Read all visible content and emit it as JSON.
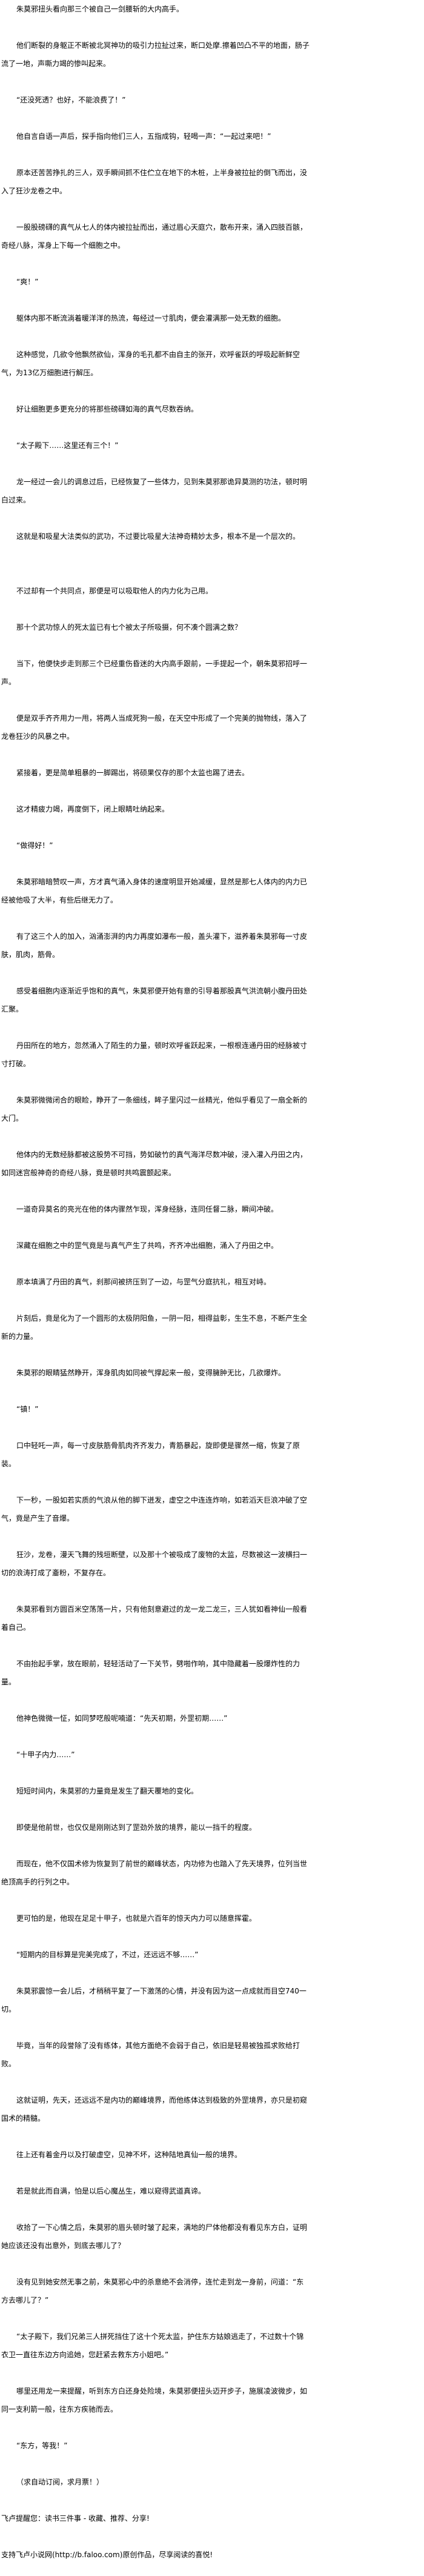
{
  "article": {
    "paragraphs": [
      "朱莫邪扭头看向那三个被自己一剑腰斩的大内高手。",
      "他们断裂的身躯正不断被北冥神功的吸引力拉扯过来，断口处摩.擦着凹凸不平的地面，肠子流了一地，声嘶力竭的惨叫起来。",
      "“还没死透？也好，不能浪费了！”",
      "他自言自语一声后，探手指向他们三人，五指成钩，轻喝一声：“一起过来吧！”",
      "原本还苦苦挣扎的三人，双手瞬间抓不住伫立在地下的木桩，上半身被拉扯的倒飞而出，没入了狂沙龙卷之中。",
      "一股股磅礴的真气从七人的体内被拉扯而出，通过眉心天庭穴，散布开来，涌入四肢百骸，奇经八脉，浑身上下每一个细胞之中。",
      "“爽！”",
      "躯体内那不断流淌着暖洋洋的热流，每经过一寸肌肉，便会灌满那一处无数的细胞。",
      "这种感觉，几欲令他飘然欲仙，浑身的毛孔都不由自主的张开，欢呼雀跃的呼吸起新鲜空气，为13亿万细胞进行解压。",
      "好让细胞更多更充分的将那些磅礴如海的真气尽数吞纳。",
      "“太子殿下……这里还有三个！”",
      "龙一经过一会儿的调息过后，已经恢复了一些体力，见到朱莫邪那诡异莫测的功法，顿时明白过来。",
      "这就是和吸星大法类似的武功，不过要比吸星大法神奇精妙太多，根本不是一个层次的。",
      "不过却有一个共同点，那便是可以吸取他人的内力化为己用。",
      "那十个武功惊人的死太监已有七个被太子所吸摄，何不凑个圆满之数？",
      "当下，他便快步走到那三个已经重伤昏迷的大内高手跟前，一手提起一个，朝朱莫邪招呼一声。",
      "便是双手齐齐用力一甩，将两人当成死狗一般，在天空中形成了一个完美的抛物线，落入了龙卷狂沙的风暴之中。",
      "紧接着，更是简单粗暴的一脚踢出，将硕果仅存的那个太监也踢了进去。",
      "这才精疲力竭，再度倒下，闭上眼睛吐纳起来。",
      "“做得好！”",
      "朱莫邪暗暗赞叹一声，方才真气涌入身体的速度明显开始减缓，显然是那七人体内的内力已经被他吸了大半，有些后继无力了。",
      "有了这三个人的加入，汹涌澎湃的内力再度如瀑布一般，盖头灌下，滋养着朱莫邪每一寸皮肤，肌肉，筋骨。",
      "感受着细胞内逐渐近乎饱和的真气，朱莫邪便开始有意的引导着那股真气洪流朝小腹丹田处汇聚。",
      "丹田所在的地方，忽然涌入了陌生的力量，顿时欢呼雀跃起来，一根根连通丹田的经脉被寸寸打破。",
      "朱莫邪微微闭合的眼睑，睁开了一条细线，眸子里闪过一丝精光，他似乎看见了一扇全新的大门。",
      "他体内的无数经脉都被这股势不可挡，势如破竹的真气海洋尽数冲破，浸入灌入丹田之内，如同迷宫般神奇的奇经八脉，竟是顿时共鸣震颤起来。",
      "一道奇异莫名的亮光在他的体内骤然乍现，浑身经脉，连同任督二脉，瞬间冲破。",
      "深藏在细胞之中的罡气竟是与真气产生了共鸣，齐齐冲出细胞，涌入了丹田之中。",
      "原本填满了丹田的真气，刹那间被挤压到了一边，与罡气分庭抗礼，相互对峙。",
      "片刻后，竟是化为了一个圆形的太极阴阳鱼，一阴一阳，相得益彰，生生不息，不断产生全新的力量。",
      "朱莫邪的眼睛猛然睁开，浑身肌肉如同被气撑起来一般，变得臃肿无比，几欲爆炸。",
      "“镇！”",
      "口中轻吒一声，每一寸皮肤筋骨肌肉齐齐发力，青筋暴起，旋即便是骤然一缩，恢复了原装。",
      "下一秒，一股如若实质的气浪从他的脚下迸发，虚空之中连连炸响，如若滔天巨浪冲破了空气，竟是产生了音爆。",
      "狂沙，龙卷，漫天飞舞的残垣断壁，以及那十个被吸成了废物的太监，尽数被这一波横扫一切的浪涛打成了齑粉，不复存在。",
      "朱莫邪看到方圆百米空荡荡一片，只有他刻意避过的龙一龙二龙三，三人犹如看神仙一般看着自己。",
      "不由抬起手掌，放在眼前，轻轻活动了一下关节，劈啪作响，其中隐藏着一股爆炸性的力量。",
      "他神色微微一怔，如同梦呓般呢喃道：“先天初期，外罡初期……”",
      "“十甲子内力……”",
      "短短时间内，朱莫邪的力量竟是发生了翻天覆地的变化。",
      "即使是他前世，也仅仅是刚刚达到了罡劲外放的境界，能以一挡千的程度。",
      "而现在，他不仅国术修为恢复到了前世的巅峰状态，内功修为也踏入了先天境界，位列当世绝顶高手的行列之中。",
      "更可怕的是，他现在足足十甲子，也就是六百年的惊天内力可以随意挥霍。",
      "“短期内的目标算是完美完成了，不过，还远远不够……”",
      "朱莫邪震惊一会儿后，才稍稍平复了一下激荡的心情，并没有因为这一点成就而目空740一切。",
      "毕竟，当年的段誉除了没有练体，其他方面绝不会弱于自己，依旧是轻易被独孤求败给打败。",
      "这就证明，先天，还远远不是内功的巅峰境界，而他练体达到极致的外罡境界，亦只是初窥国术的精髓。",
      "往上还有着金丹以及打破虚空，见神不坏，这种陆地真仙一般的境界。",
      "若是就此而自满，怕是以后心魔丛生，难以窥得武道真谛。",
      "收拾了一下心情之后，朱莫邪的眉头顿时皱了起来，满地的尸体他都没有看见东方白，证明她应该还没有出意外，到底去哪儿了？",
      "没有见到她安然无事之前，朱莫邪心中的杀意绝不会消停，连忙走到龙一身前，问道：“东方去哪儿了？”",
      "“太子殿下，我们兄弟三人拼死挡住了这十个死太监，护住东方姑娘逃走了，不过数十个锦衣卫一直往东边方向追她，您赶紧去救东方小姐吧。”",
      "哪里还用龙一来提醒，听到东方白还身处险境，朱莫邪便扭头迈开步子，施展凌波微步，如同一支利箭一般，往东方疾驰而去。",
      "“东方，等我！”",
      "（求自动订阅，求月票！）"
    ],
    "footer_reminder": "飞卢提醒您：读书三件事 - 收藏、推荐、分享!",
    "footer_support": "支持飞卢小说网(http://b.faloo.com)原创作品，尽享阅读的喜悦!"
  }
}
